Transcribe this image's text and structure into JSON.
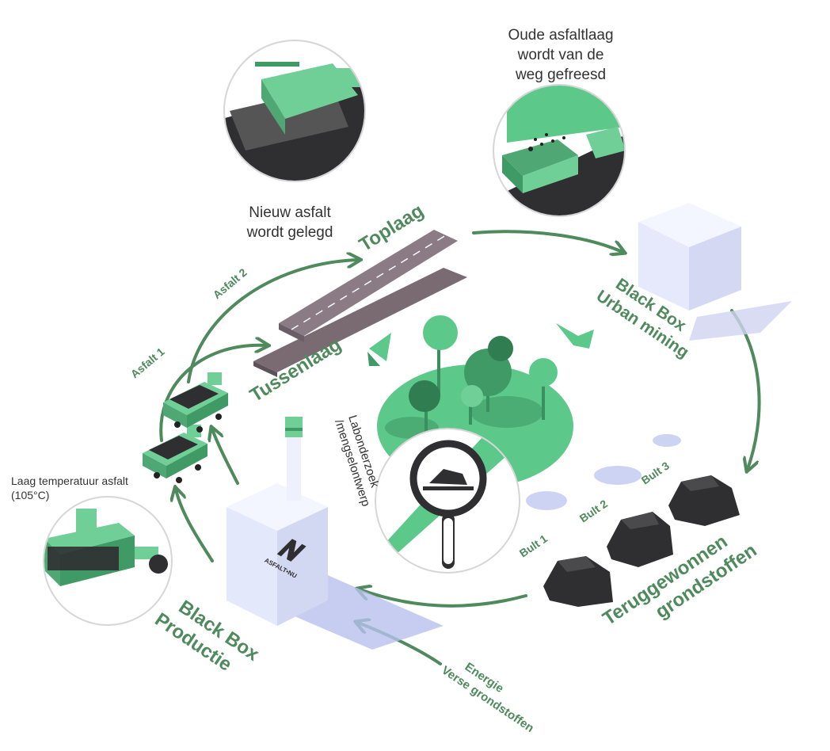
{
  "notes": {
    "milling": [
      "Oude asfaltlaag",
      "wordt van de",
      "weg gefreesd"
    ],
    "new_asphalt": [
      "Nieuw asfalt",
      "wordt gelegd"
    ],
    "low_temp": [
      "Laag temperatuur asfalt",
      "(105°C)"
    ]
  },
  "labels": {
    "toplaag": "Toplaag",
    "tussenlaag": "Tussenlaag",
    "asfalt1": "Asfalt 1",
    "asfalt2": "Asfalt 2",
    "urban_mining": [
      "Black Box",
      "Urban mining"
    ],
    "productie": [
      "Black Box",
      "Productie"
    ],
    "teruggewonnen": [
      "Teruggewonnen",
      "grondstoffen"
    ],
    "bult1": "Bult 1",
    "bult2": "Bult 2",
    "bult3": "Bult 3",
    "lab": [
      "Labonderzoek",
      "/mengselontwerp"
    ],
    "inputs": [
      "Energie",
      "Verse grondstoffen"
    ],
    "brand": "ASFALT•NU"
  },
  "colors": {
    "green_text": "#4e8a5c",
    "accent_green": "#5cc98a",
    "machine_green": "#6fcf97",
    "road": "#8a7b85",
    "hill": "#2f2f31"
  }
}
